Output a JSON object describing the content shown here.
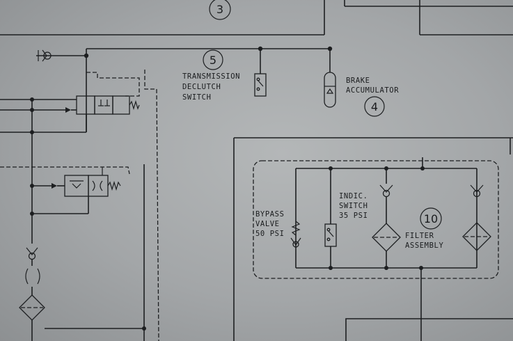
{
  "callouts": {
    "c3": "3",
    "c4": "4",
    "c5": "5",
    "c10": "10"
  },
  "labels": {
    "transmission": [
      "TRANSMISSION",
      "DECLUTCH",
      "SWITCH"
    ],
    "brake": [
      "BRAKE",
      "ACCUMULATOR"
    ],
    "indic": [
      "INDIC.",
      "SWITCH",
      "35 PSI"
    ],
    "bypass": [
      "BYPASS",
      "VALVE",
      "50 PSI"
    ],
    "filter": [
      "FILTER",
      "ASSEMBLY"
    ]
  }
}
